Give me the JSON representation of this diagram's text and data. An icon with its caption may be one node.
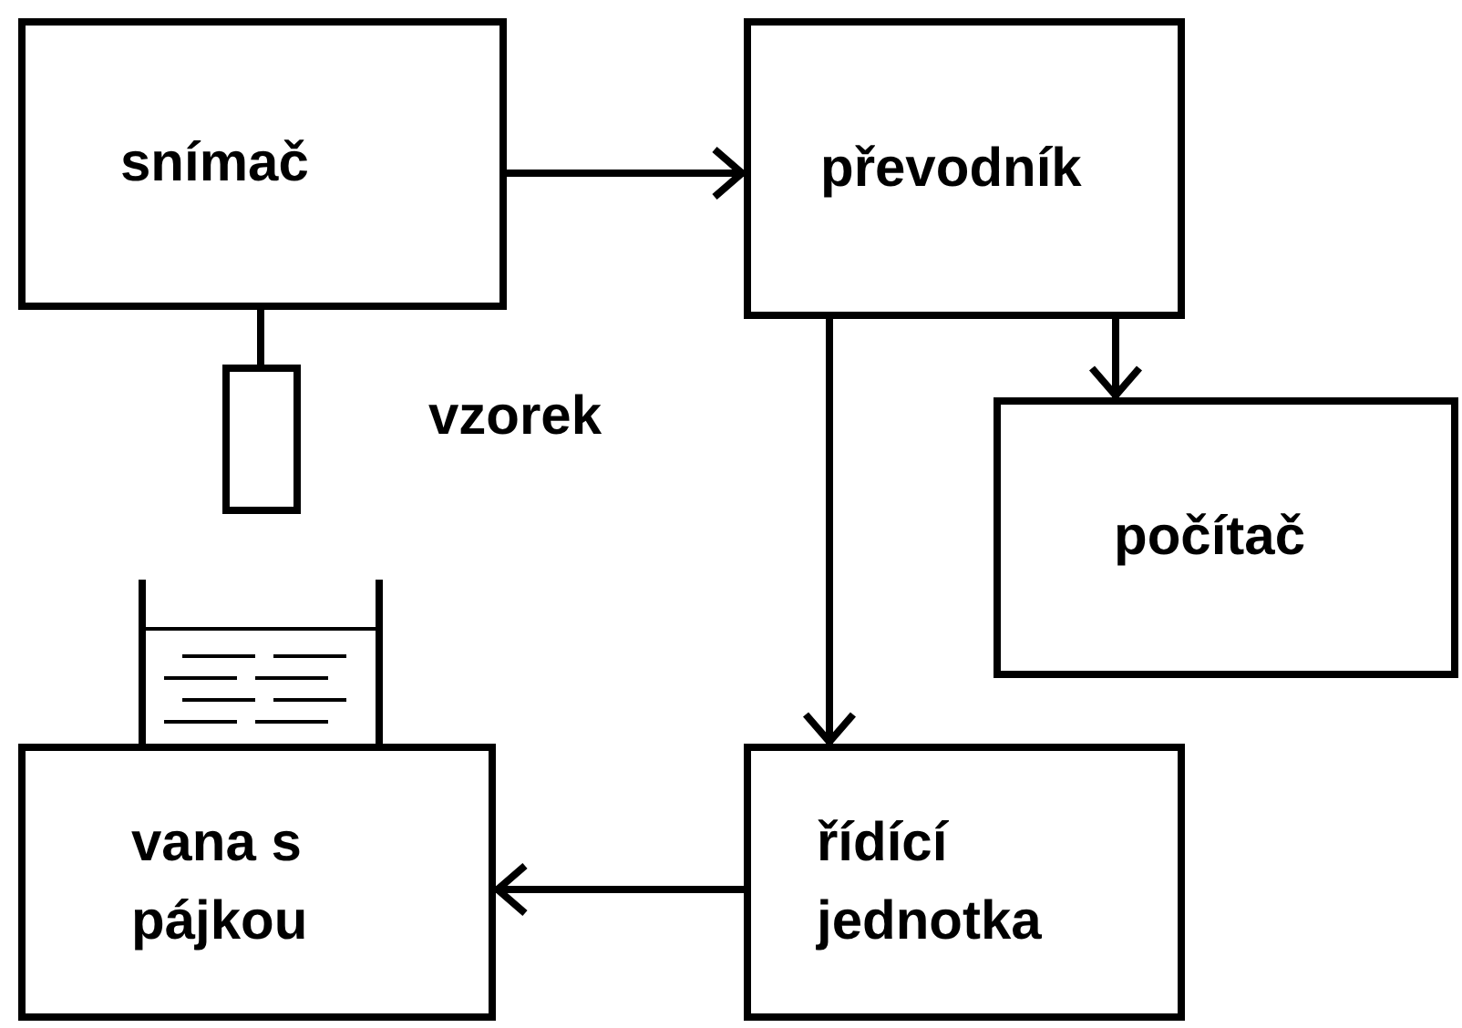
{
  "diagram": {
    "nodes": [
      {
        "text": [
          "snímač"
        ]
      },
      {
        "text": [
          "převodník"
        ]
      },
      {
        "text": [],
        "shape": "box"
      },
      {
        "text": [
          "počítač"
        ]
      },
      {
        "text": [
          "vana s pájkou"
        ]
      },
      {
        "text": [
          "řídící jednotka"
        ]
      }
    ],
    "edges": [
      {
        "from": 0,
        "to": 1,
        "arrow": "to"
      },
      {
        "from": 0,
        "to": 2,
        "arrow": "none"
      },
      {
        "from": 1,
        "to": 3,
        "arrow": "to"
      },
      {
        "from": 1,
        "to": 5,
        "arrow": "to"
      },
      {
        "from": 5,
        "to": 4,
        "arrow": "to"
      }
    ],
    "labels": [
      "vzorek"
    ]
  }
}
